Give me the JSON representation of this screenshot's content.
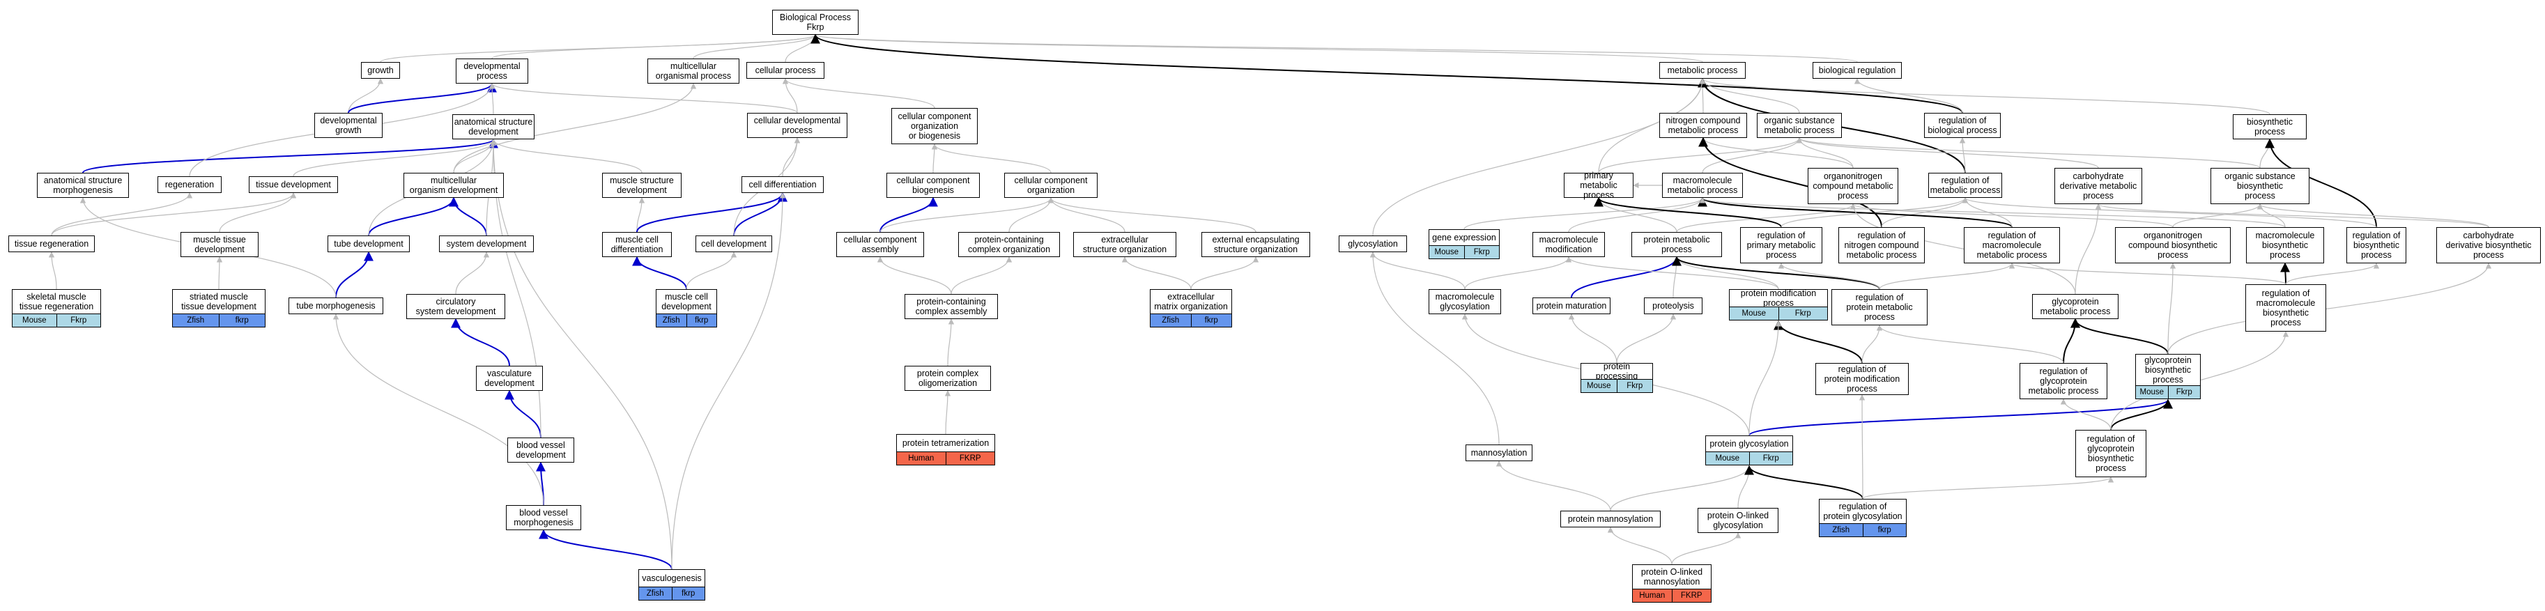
{
  "palette": {
    "mouse": "#ADD8E6",
    "zfish": "#6495ED",
    "human": "#F4664A",
    "edge_default": "#BBBBBB",
    "edge_blue": "#0000CC",
    "edge_black": "#000000"
  },
  "nodes": {
    "bp": {
      "lines": [
        "Biological Process",
        "Fkrp"
      ]
    },
    "growth": {
      "lines": [
        "growth"
      ]
    },
    "devproc": {
      "lines": [
        "developmental",
        "process"
      ]
    },
    "mop": {
      "lines": [
        "multicellular",
        "organismal process"
      ]
    },
    "cellproc": {
      "lines": [
        "cellular process"
      ]
    },
    "devgrowth": {
      "lines": [
        "developmental",
        "growth"
      ]
    },
    "asd": {
      "lines": [
        "anatomical structure",
        "development"
      ]
    },
    "cdp": {
      "lines": [
        "cellular developmental",
        "process"
      ]
    },
    "ccob": {
      "lines": [
        "cellular component",
        "organization",
        "or biogenesis"
      ]
    },
    "asm": {
      "lines": [
        "anatomical structure",
        "morphogenesis"
      ]
    },
    "regen": {
      "lines": [
        "regeneration"
      ]
    },
    "tissuedev": {
      "lines": [
        "tissue development"
      ]
    },
    "mod": {
      "lines": [
        "multicellular",
        "organism development"
      ]
    },
    "msd": {
      "lines": [
        "muscle structure",
        "development"
      ]
    },
    "celldiff": {
      "lines": [
        "cell differentiation"
      ]
    },
    "ccb": {
      "lines": [
        "cellular component",
        "biogenesis"
      ]
    },
    "cco": {
      "lines": [
        "cellular component",
        "organization"
      ]
    },
    "tissueregen": {
      "lines": [
        "tissue regeneration"
      ]
    },
    "mtd": {
      "lines": [
        "muscle tissue",
        "development"
      ]
    },
    "tubedev": {
      "lines": [
        "tube development"
      ]
    },
    "sysdev": {
      "lines": [
        "system development"
      ]
    },
    "mcdiff": {
      "lines": [
        "muscle cell",
        "differentiation"
      ]
    },
    "celldev": {
      "lines": [
        "cell development"
      ]
    },
    "cca": {
      "lines": [
        "cellular component",
        "assembly"
      ]
    },
    "pcco": {
      "lines": [
        "protein-containing",
        "complex organization"
      ]
    },
    "eso": {
      "lines": [
        "extracellular",
        "structure organization"
      ]
    },
    "eeso": {
      "lines": [
        "external encapsulating",
        "structure organization"
      ]
    },
    "smtr": {
      "lines": [
        "skeletal muscle",
        "tissue regeneration"
      ]
    },
    "smtd": {
      "lines": [
        "striated muscle",
        "tissue development"
      ]
    },
    "tubemorph": {
      "lines": [
        "tube morphogenesis"
      ]
    },
    "csd": {
      "lines": [
        "circulatory",
        "system development"
      ]
    },
    "mcd": {
      "lines": [
        "muscle cell",
        "development"
      ]
    },
    "pcca": {
      "lines": [
        "protein-containing",
        "complex assembly"
      ]
    },
    "emo": {
      "lines": [
        "extracellular",
        "matrix organization"
      ]
    },
    "vascdev": {
      "lines": [
        "vasculature",
        "development"
      ]
    },
    "pco": {
      "lines": [
        "protein complex",
        "oligomerization"
      ]
    },
    "bvd": {
      "lines": [
        "blood vessel",
        "development"
      ]
    },
    "pt": {
      "lines": [
        "protein tetramerization"
      ]
    },
    "bvm": {
      "lines": [
        "blood vessel",
        "morphogenesis"
      ]
    },
    "vasculo": {
      "lines": [
        "vasculogenesis"
      ]
    },
    "metproc": {
      "lines": [
        "metabolic process"
      ]
    },
    "bioreg": {
      "lines": [
        "biological regulation"
      ]
    },
    "ncmp": {
      "lines": [
        "nitrogen compound",
        "metabolic process"
      ]
    },
    "osmp": {
      "lines": [
        "organic substance",
        "metabolic process"
      ]
    },
    "rbp": {
      "lines": [
        "regulation of",
        "biological process"
      ]
    },
    "biosyn": {
      "lines": [
        "biosynthetic",
        "process"
      ]
    },
    "pmp": {
      "lines": [
        "primary metabolic",
        "process"
      ]
    },
    "mmp": {
      "lines": [
        "macromolecule",
        "metabolic process"
      ]
    },
    "oncmp": {
      "lines": [
        "organonitrogen",
        "compound metabolic",
        "process"
      ]
    },
    "rmp": {
      "lines": [
        "regulation of",
        "metabolic process"
      ]
    },
    "cdmp": {
      "lines": [
        "carbohydrate",
        "derivative metabolic",
        "process"
      ]
    },
    "osbp": {
      "lines": [
        "organic substance",
        "biosynthetic",
        "process"
      ]
    },
    "glycosyl": {
      "lines": [
        "glycosylation"
      ]
    },
    "geneexp": {
      "lines": [
        "gene expression"
      ]
    },
    "macmod": {
      "lines": [
        "macromolecule",
        "modification"
      ]
    },
    "protmet": {
      "lines": [
        "protein metabolic",
        "process"
      ]
    },
    "rpmp": {
      "lines": [
        "regulation of",
        "primary metabolic",
        "process"
      ]
    },
    "rncmp": {
      "lines": [
        "regulation of",
        "nitrogen compound",
        "metabolic process"
      ]
    },
    "rmmp": {
      "lines": [
        "regulation of",
        "macromolecule",
        "metabolic process"
      ]
    },
    "oncbp": {
      "lines": [
        "organonitrogen",
        "compound biosynthetic",
        "process"
      ]
    },
    "mbp": {
      "lines": [
        "macromolecule",
        "biosynthetic",
        "process"
      ]
    },
    "rbsp": {
      "lines": [
        "regulation of",
        "biosynthetic",
        "process"
      ]
    },
    "cdbp": {
      "lines": [
        "carbohydrate",
        "derivative biosynthetic",
        "process"
      ]
    },
    "macglyc": {
      "lines": [
        "macromolecule",
        "glycosylation"
      ]
    },
    "protmat": {
      "lines": [
        "protein maturation"
      ]
    },
    "proteol": {
      "lines": [
        "proteolysis"
      ]
    },
    "pmodp": {
      "lines": [
        "protein modification",
        "process"
      ]
    },
    "rprotmp": {
      "lines": [
        "regulation of",
        "protein metabolic",
        "process"
      ]
    },
    "gpmp": {
      "lines": [
        "glycoprotein",
        "metabolic process"
      ]
    },
    "rmbp": {
      "lines": [
        "regulation of",
        "macromolecule",
        "biosynthetic",
        "process"
      ]
    },
    "gpbp": {
      "lines": [
        "glycoprotein",
        "biosynthetic",
        "process"
      ]
    },
    "protproc": {
      "lines": [
        "protein processing"
      ]
    },
    "rpmodp": {
      "lines": [
        "regulation of",
        "protein modification",
        "process"
      ]
    },
    "rgpmp": {
      "lines": [
        "regulation of",
        "glycoprotein",
        "metabolic process"
      ]
    },
    "mannosyl": {
      "lines": [
        "mannosylation"
      ]
    },
    "protglyc": {
      "lines": [
        "protein glycosylation"
      ]
    },
    "rgpbp": {
      "lines": [
        "regulation of",
        "glycoprotein",
        "biosynthetic",
        "process"
      ]
    },
    "protmann": {
      "lines": [
        "protein mannosylation"
      ]
    },
    "poglyc": {
      "lines": [
        "protein O-linked",
        "glycosylation"
      ]
    },
    "rpglyc": {
      "lines": [
        "regulation of",
        "protein glycosylation"
      ]
    },
    "poman": {
      "lines": [
        "protein O-linked",
        "mannosylation"
      ]
    }
  },
  "gene_boxes": {
    "smtr": [
      "Mouse",
      "Fkrp"
    ],
    "smtd": [
      "Zfish",
      "fkrp"
    ],
    "mcd": [
      "Zfish",
      "fkrp"
    ],
    "emo": [
      "Zfish",
      "fkrp"
    ],
    "pt": [
      "Human",
      "FKRP"
    ],
    "vasculo": [
      "Zfish",
      "fkrp"
    ],
    "geneexp": [
      "Mouse",
      "Fkrp"
    ],
    "pmodp": [
      "Mouse",
      "Fkrp"
    ],
    "gpbp": [
      "Mouse",
      "Fkrp"
    ],
    "protproc": [
      "Mouse",
      "Fkrp"
    ],
    "protglyc": [
      "Mouse",
      "Fkrp"
    ],
    "rpglyc": [
      "Zfish",
      "fkrp"
    ],
    "poman": [
      "Human",
      "FKRP"
    ]
  }
}
